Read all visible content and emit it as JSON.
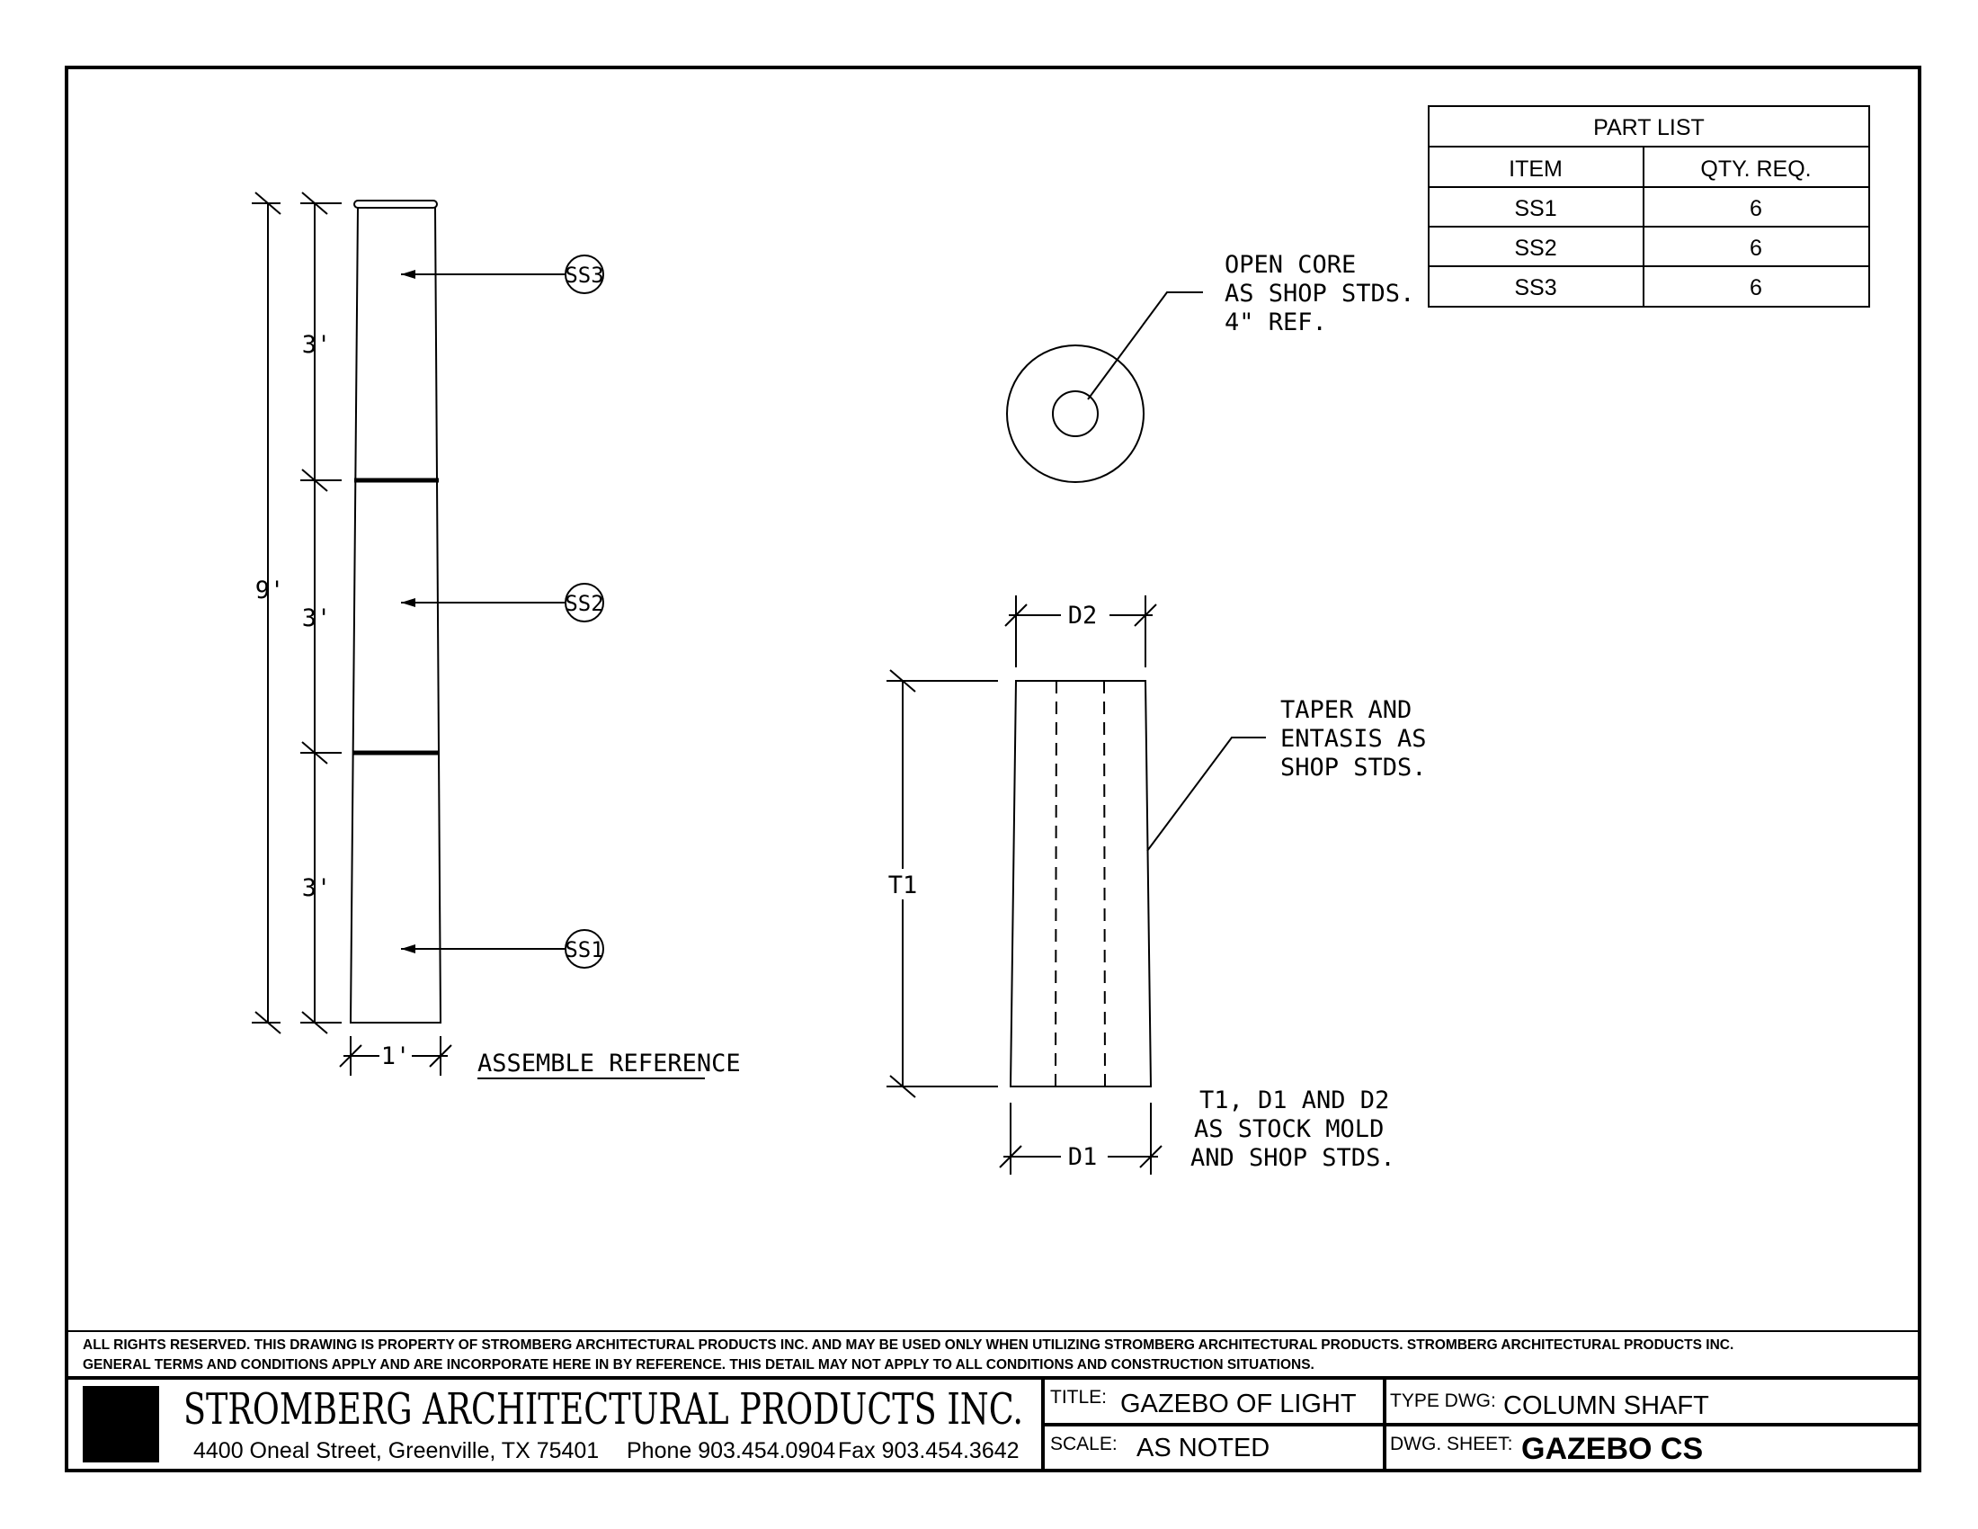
{
  "drawing": {
    "dims": {
      "total": "9'",
      "segment_top": "3'",
      "segment_mid": "3'",
      "segment_bottom": "3'",
      "width": "1'"
    },
    "callouts": {
      "ss3": "SS3",
      "ss2": "SS2",
      "ss1": "SS1"
    },
    "assemble_reference": "ASSEMBLE REFERENCE",
    "open_core_note": [
      "OPEN CORE",
      "AS SHOP STDS.",
      "4\" REF."
    ],
    "taper_note": [
      "TAPER AND",
      "ENTASIS AS",
      "SHOP STDS."
    ],
    "stock_note": [
      "T1, D1 AND D2",
      "AS STOCK MOLD",
      "AND SHOP STDS."
    ],
    "shaft_labels": {
      "d2": "D2",
      "d1": "D1",
      "t1": "T1"
    }
  },
  "part_list": {
    "title": "PART LIST",
    "headers": [
      "ITEM",
      "QTY. REQ."
    ],
    "rows": [
      [
        "SS1",
        "6"
      ],
      [
        "SS2",
        "6"
      ],
      [
        "SS3",
        "6"
      ]
    ]
  },
  "title_block": {
    "disclaimer": [
      "ALL RIGHTS RESERVED. THIS DRAWING IS PROPERTY OF STROMBERG ARCHITECTURAL PRODUCTS INC. AND MAY BE USED ONLY WHEN UTILIZING STROMBERG ARCHITECTURAL PRODUCTS.  STROMBERG ARCHITECTURAL PRODUCTS INC.",
      "GENERAL TERMS AND CONDITIONS APPLY AND ARE INCORPORATE HERE IN BY REFERENCE.  THIS DETAIL MAY NOT APPLY TO ALL CONDITIONS AND CONSTRUCTION SITUATIONS."
    ],
    "company": "STROMBERG ARCHITECTURAL PRODUCTS INC.",
    "address": "4400 Oneal Street, Greenville, TX  75401",
    "phone": "Phone 903.454.0904",
    "fax": "Fax 903.454.3642",
    "title_label": "TITLE:",
    "title_value": "GAZEBO OF LIGHT",
    "type_label": "TYPE DWG:",
    "type_value": "COLUMN SHAFT",
    "scale_label": "SCALE:",
    "scale_value": "AS NOTED",
    "sheet_label": "DWG. SHEET:",
    "sheet_value": "GAZEBO CS"
  }
}
